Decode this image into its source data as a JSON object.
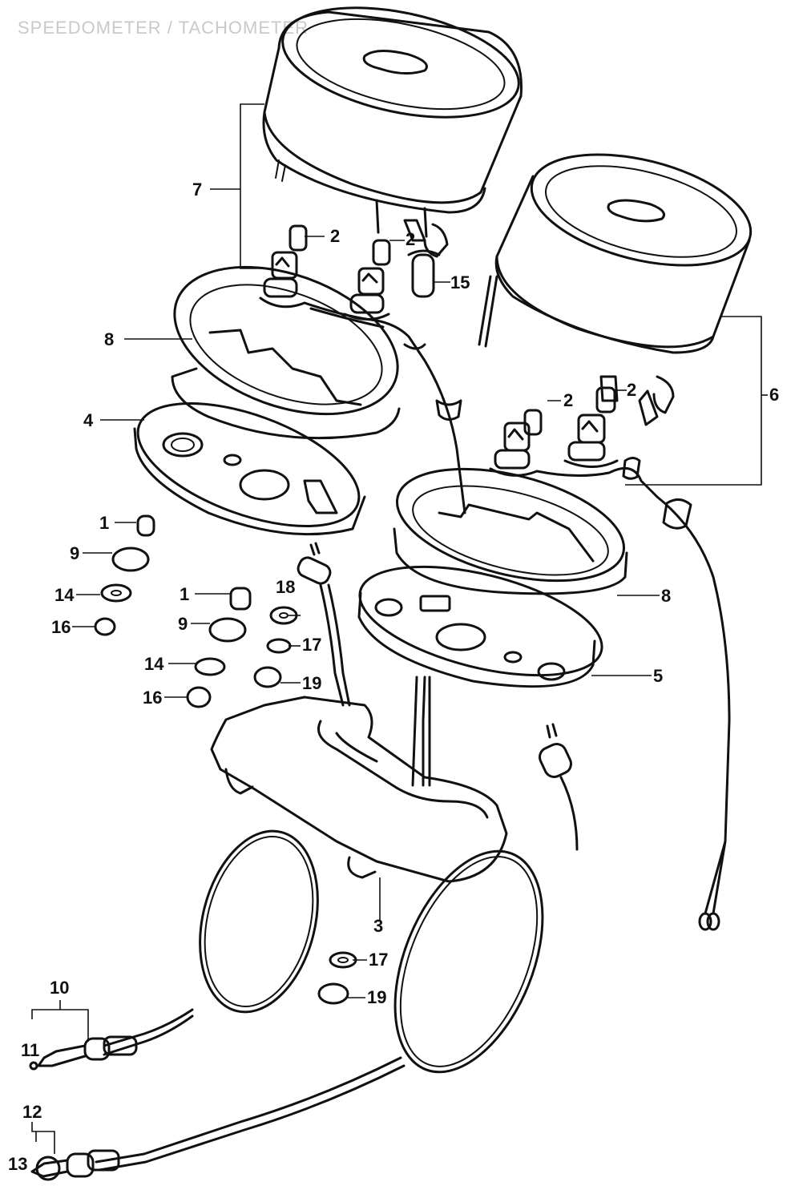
{
  "header": {
    "title": "SPEEDOMETER / TACHOMETER"
  },
  "callouts": {
    "c1a": "1",
    "c1b": "1",
    "c2a": "2",
    "c2b": "2",
    "c2c": "2",
    "c2d": "2",
    "c3": "3",
    "c4": "4",
    "c5": "5",
    "c6": "6",
    "c7": "7",
    "c8a": "8",
    "c8b": "8",
    "c9a": "9",
    "c9b": "9",
    "c10": "10",
    "c11": "11",
    "c12": "12",
    "c13": "13",
    "c14a": "14",
    "c14b": "14",
    "c15": "15",
    "c16a": "16",
    "c16b": "16",
    "c17a": "17",
    "c17b": "17",
    "c18": "18",
    "c19a": "19",
    "c19b": "19"
  },
  "colors": {
    "ink": "#111111",
    "paper": "#ffffff",
    "title": "#c9c9c9"
  }
}
